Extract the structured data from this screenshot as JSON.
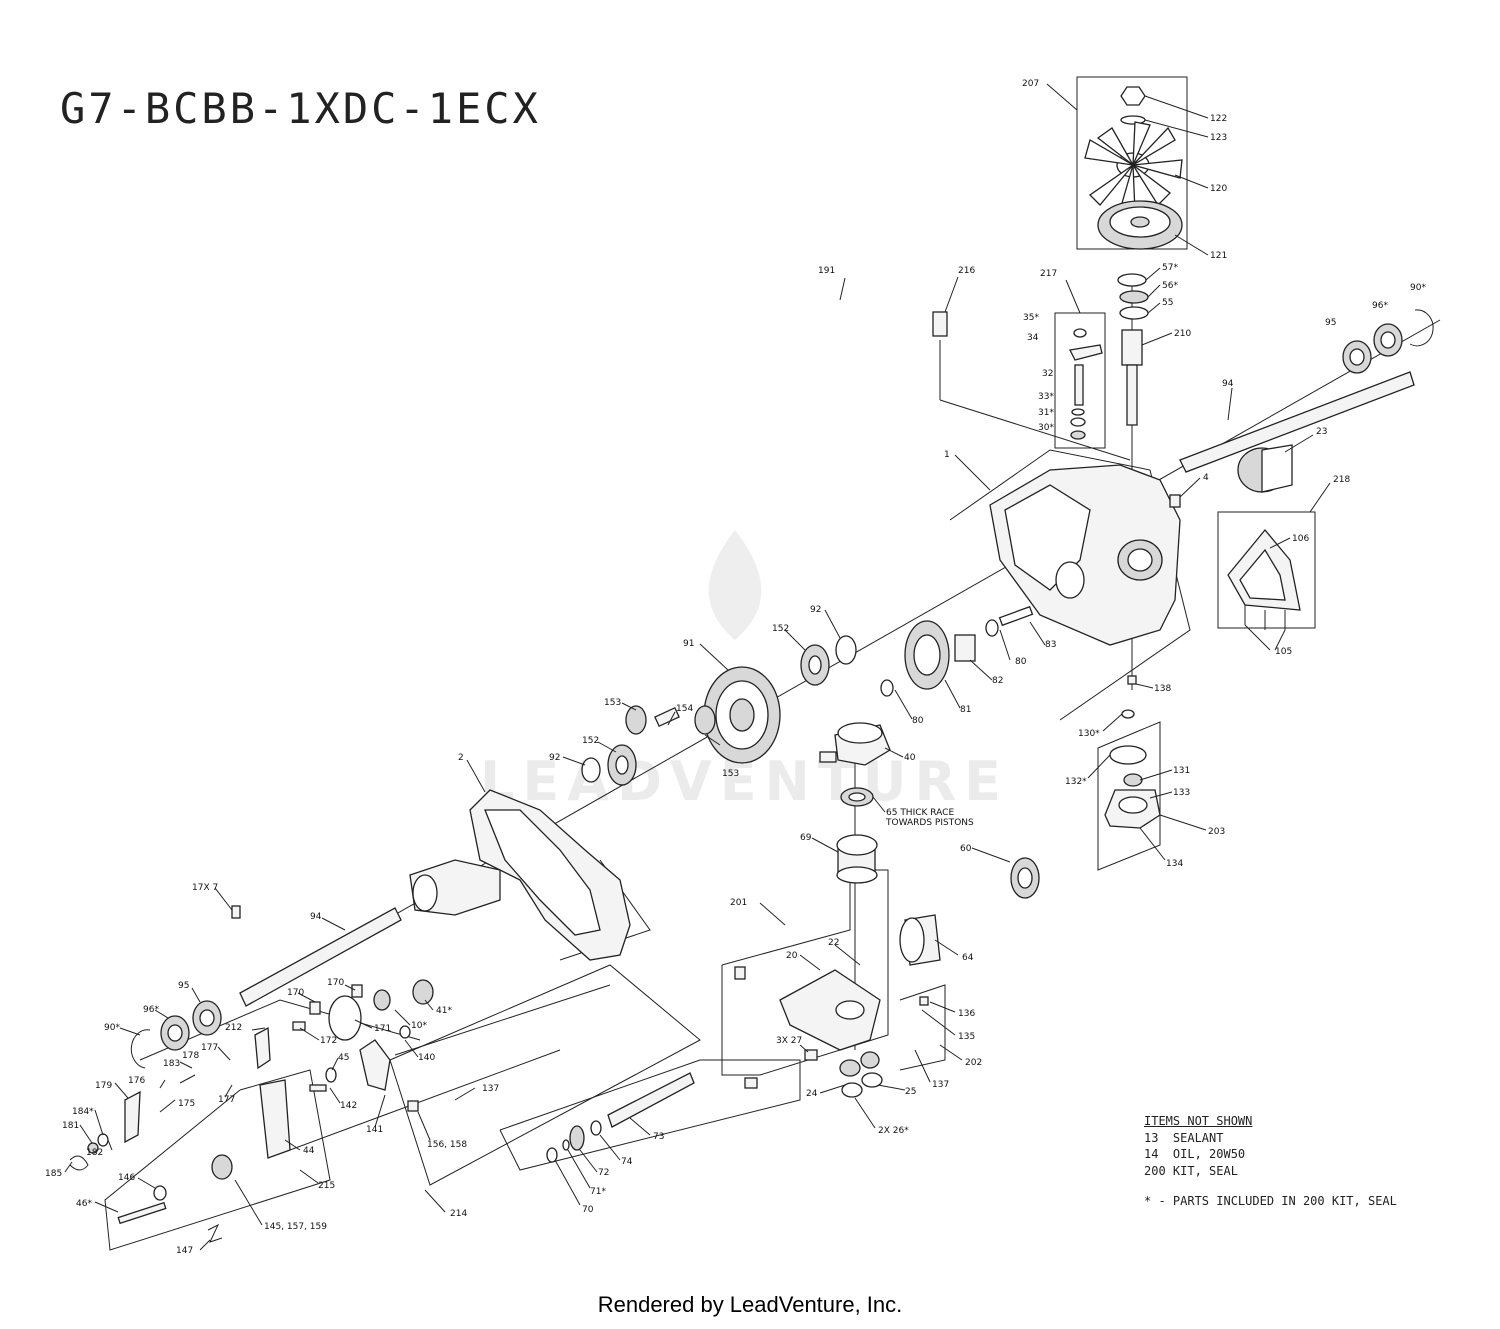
{
  "title": "G7-BCBB-1XDC-1ECX",
  "watermark": "LEADVENTURE",
  "footer": "Rendered by LeadVenture, Inc.",
  "items_not_shown": {
    "header": "ITEMS NOT SHOWN",
    "lines": [
      "13  SEALANT",
      "14  OIL, 20W50",
      "200 KIT, SEAL"
    ],
    "note": "* - PARTS INCLUDED IN 200 KIT, SEAL"
  },
  "callouts": {
    "c207": "207",
    "c122": "122",
    "c123": "123",
    "c120": "120",
    "c121": "121",
    "c191": "191",
    "c216": "216",
    "c217": "217",
    "c57": "57*",
    "c56": "56*",
    "c55": "55",
    "c35": "35*",
    "c34": "34",
    "c32": "32",
    "c33": "33*",
    "c31": "31*",
    "c30": "30*",
    "c210": "210",
    "c90a": "90*",
    "c96a": "96*",
    "c95a": "95",
    "c94a": "94",
    "c23": "23",
    "c1": "1",
    "c4": "4",
    "c218": "218",
    "c106": "106",
    "c105": "105",
    "c92a": "92",
    "c152a": "152",
    "c91": "91",
    "c154": "154",
    "c153a": "153",
    "c152b": "152",
    "c92b": "92",
    "c153b": "153",
    "c83": "83",
    "c80a": "80",
    "c82": "82",
    "c81": "81",
    "c80b": "80",
    "c40": "40",
    "c138": "138",
    "c130": "130*",
    "c131": "131",
    "c132": "132*",
    "c133": "133",
    "c203": "203",
    "c134": "134",
    "c65a": "65 THICK RACE",
    "c65b": "TOWARDS PISTONS",
    "c2": "2",
    "c69": "69",
    "c60": "60",
    "c201": "201",
    "c22": "22",
    "c20": "20",
    "c64": "64",
    "c17x7": "17X 7",
    "c94b": "94",
    "c95b": "95",
    "c96b": "96*",
    "c90b": "90*",
    "c170a": "170",
    "c170b": "170",
    "c41": "41*",
    "c10": "10*",
    "c171": "171",
    "c212": "212",
    "c172": "172",
    "c140": "140",
    "c45": "45",
    "c177a": "177",
    "c178": "178",
    "c183": "183",
    "c176": "176",
    "c177b": "177",
    "c179": "179",
    "c175": "175",
    "c142": "142",
    "c141": "141",
    "c137a": "137",
    "c156": "156, 158",
    "c184": "184*",
    "c181": "181",
    "c182": "182",
    "c185": "185",
    "c44": "44",
    "c146": "146",
    "c215": "215",
    "c46": "46*",
    "c145": "145, 157, 159",
    "c147": "147",
    "c214": "214",
    "c70": "70",
    "c71": "71*",
    "c72": "72",
    "c74": "74",
    "c73": "73",
    "c3x27": "3X 27",
    "c24": "24",
    "c2x26": "2X 26*",
    "c25": "25",
    "c137b": "137",
    "c136": "136",
    "c135": "135",
    "c202": "202"
  }
}
